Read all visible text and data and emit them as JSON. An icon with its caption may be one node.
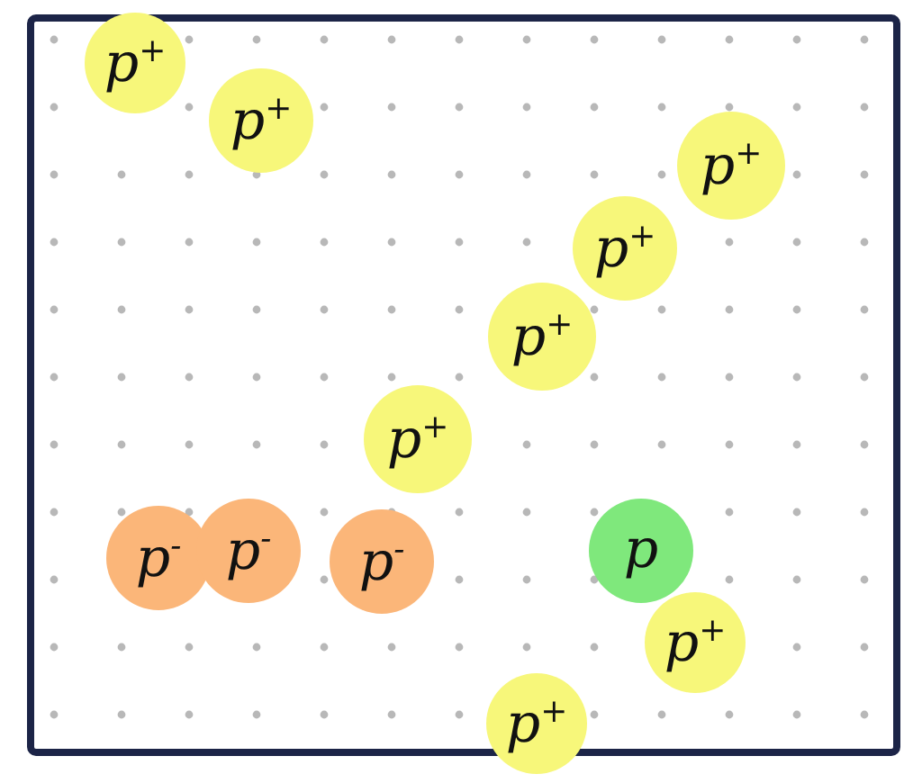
{
  "diagram": {
    "nodes": [
      {
        "text": [
          "p$^{+}$"
        ]
      },
      {
        "text": [
          "p$^{+}$"
        ]
      },
      {
        "text": [
          "p$^{+}$"
        ]
      },
      {
        "text": [
          "p$^{+}$"
        ]
      },
      {
        "text": [
          "p$^{+}$"
        ]
      },
      {
        "text": [
          "p$^{+}$"
        ]
      },
      {
        "text": [
          "p$^{-}$"
        ]
      },
      {
        "text": [
          "p$^{-}$"
        ]
      },
      {
        "text": [
          "p$^{-}$"
        ]
      },
      {
        "text": [
          "p"
        ]
      },
      {
        "text": [
          "p$^{+}$"
        ]
      },
      {
        "text": [
          "p$^{+}$"
        ]
      }
    ]
  }
}
